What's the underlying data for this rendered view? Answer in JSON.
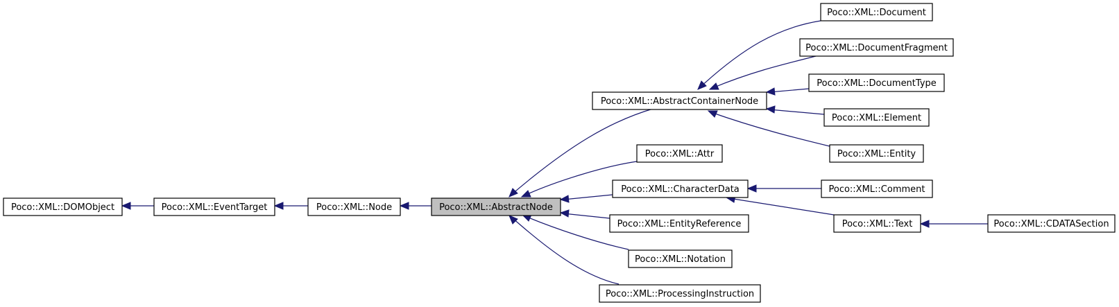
{
  "diagram": {
    "nodes": {
      "domobject": "Poco::XML::DOMObject",
      "eventtarget": "Poco::XML::EventTarget",
      "node": "Poco::XML::Node",
      "abstractnode": "Poco::XML::AbstractNode",
      "abstractcontainernode": "Poco::XML::AbstractContainerNode",
      "attr": "Poco::XML::Attr",
      "characterdata": "Poco::XML::CharacterData",
      "entityreference": "Poco::XML::EntityReference",
      "notation": "Poco::XML::Notation",
      "processinginstruction": "Poco::XML::ProcessingInstruction",
      "document": "Poco::XML::Document",
      "documentfragment": "Poco::XML::DocumentFragment",
      "documenttype": "Poco::XML::DocumentType",
      "element": "Poco::XML::Element",
      "entity": "Poco::XML::Entity",
      "comment": "Poco::XML::Comment",
      "text": "Poco::XML::Text",
      "cdatasection": "Poco::XML::CDATASection"
    },
    "current": "abstractnode",
    "colors": {
      "edge": "#191970",
      "current_fill": "#bfbfbf",
      "node_fill": "#ffffff"
    }
  }
}
